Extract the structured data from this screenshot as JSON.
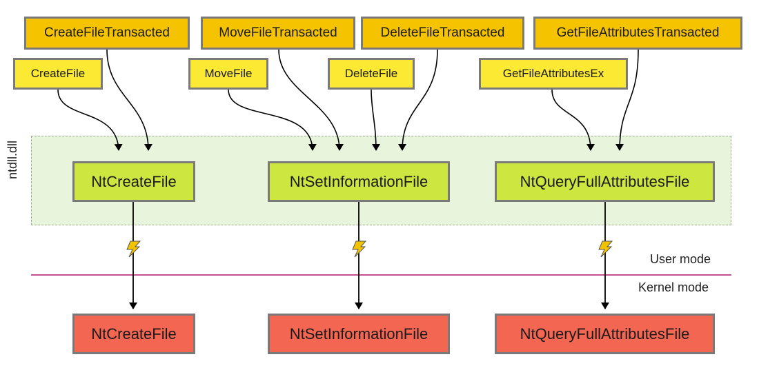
{
  "diagram": {
    "apis_transacted": [
      {
        "label": "CreateFileTransacted"
      },
      {
        "label": "MoveFileTransacted"
      },
      {
        "label": "DeleteFileTransacted"
      },
      {
        "label": "GetFileAttributesTransacted"
      }
    ],
    "apis": [
      {
        "label": "CreateFile"
      },
      {
        "label": "MoveFile"
      },
      {
        "label": "DeleteFile"
      },
      {
        "label": "GetFileAttributesEx"
      }
    ],
    "ntdll_region_label": "ntdll.dll",
    "ntdll_functions": [
      {
        "label": "NtCreateFile"
      },
      {
        "label": "NtSetInformationFile"
      },
      {
        "label": "NtQueryFullAttributesFile"
      }
    ],
    "kernel_functions": [
      {
        "label": "NtCreateFile"
      },
      {
        "label": "NtSetInformationFile"
      },
      {
        "label": "NtQueryFullAttributesFile"
      }
    ],
    "user_mode_label": "User mode",
    "kernel_mode_label": "Kernel mode",
    "colors": {
      "transacted_box": "#f6c300",
      "api_box": "#fbe933",
      "ntdll_box": "#cde640",
      "kernel_box": "#f36652",
      "ntdll_region": "#e8f5dc",
      "mode_divider": "#b0156e",
      "syscall_bolt": "#f2c400"
    }
  }
}
